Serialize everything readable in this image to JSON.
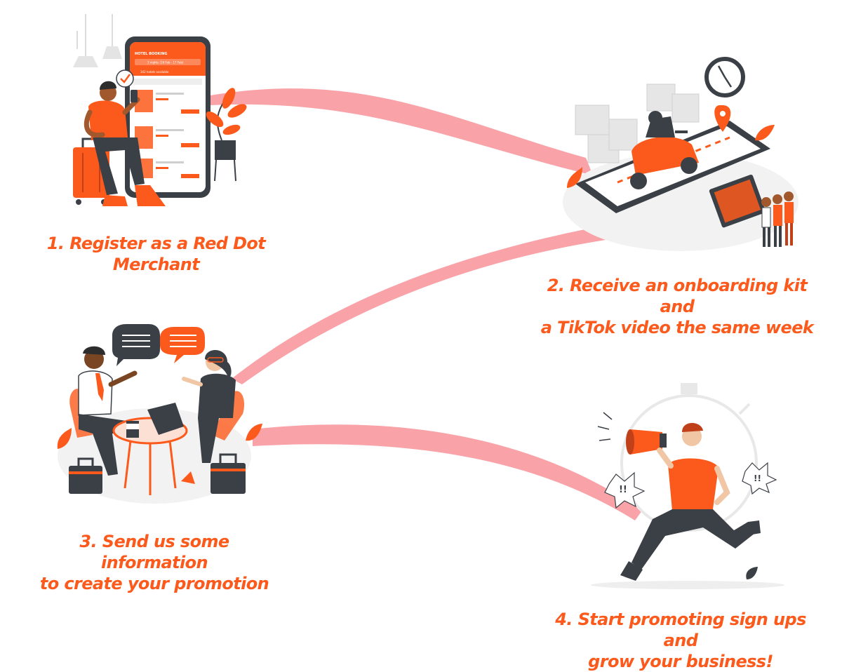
{
  "steps": [
    {
      "line1": "1. Register as a Red Dot",
      "line2": "Merchant"
    },
    {
      "line1": "2. Receive an onboarding kit and",
      "line2": "a TikTok video the same week"
    },
    {
      "line1": "3. Send us some information",
      "line2": "to create your promotion"
    },
    {
      "line1": "4. Start promoting sign ups and",
      "line2": "grow your business!"
    }
  ],
  "phone_screen": {
    "header": "HOTEL BOOKING",
    "dates": "3 nights (16 Feb - 17 Feb)",
    "results": "342 hotels available"
  },
  "colors": {
    "accent": "#fb5a1c",
    "connector": "#f9a3a8",
    "dark": "#3b3f46",
    "skin": "#a0582c"
  }
}
